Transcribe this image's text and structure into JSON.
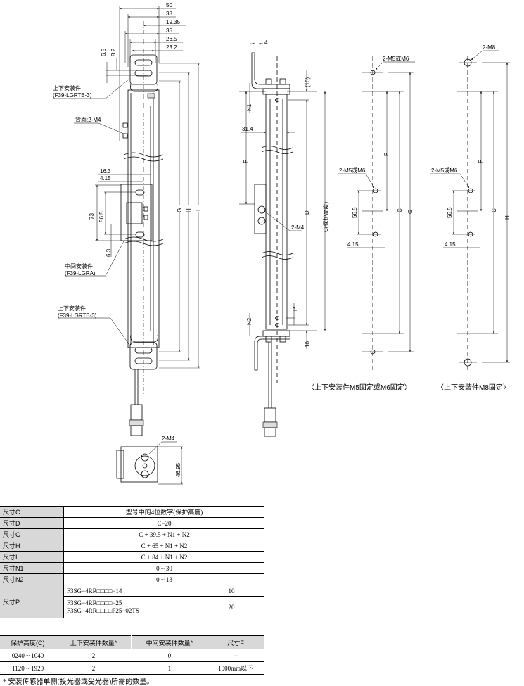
{
  "front_view": {
    "dims_top": [
      "50",
      "38",
      "19.35",
      "35",
      "26.5",
      "23.2"
    ],
    "dims_left_upper": [
      "6.5",
      "8.2"
    ],
    "label_top_bracket": "上下安装件",
    "label_top_bracket_model": "(F39-LGRTB-3)",
    "label_back": "背面:2-M4",
    "dims_mid_bracket": [
      "16.3",
      "4.15",
      "73",
      "56.5",
      "6.3"
    ],
    "label_mid_bracket": "中间安装件",
    "label_mid_bracket_model": "(F39-LGRA)",
    "label_bottom_bracket": "上下安装件",
    "label_bottom_bracket_model": "(F39-LGRTB-3)",
    "dim_letters": [
      "G",
      "H",
      "I"
    ],
    "bottom_view_label": "2-M4",
    "bottom_view_dim": "46.95"
  },
  "side_view": {
    "dim_top": "4",
    "dim_10_top": "(10)",
    "dim_N1": "N1",
    "dim_width": "31.4",
    "dim_F": "F",
    "dim_D": "D",
    "dim_C": "C(保护高度)",
    "label_screw": "2-M4",
    "dim_P": "P",
    "dim_N2": "N2",
    "dim_10_bottom": "10"
  },
  "mount_m5m6": {
    "label_top": "2-M5或M6",
    "label_mid": "2-M5或M6",
    "dim_F": "F",
    "dim_56_5": "56.5",
    "dim_C": "C",
    "dim_G": "G",
    "dim_4_15": "4.15",
    "caption": "〈上下安装件M5固定或M6固定〉"
  },
  "mount_m8": {
    "label_top": "2-M8",
    "label_mid": "2-M5或M6",
    "dim_F": "F",
    "dim_56_5": "56.5",
    "dim_C": "C",
    "dim_H": "H",
    "dim_4_15": "4.15",
    "caption": "〈上下安装件M8固定〉"
  },
  "dimension_table": {
    "rows": [
      {
        "label": "尺寸C",
        "value": "型号中的4位数字(保护高度)"
      },
      {
        "label": "尺寸D",
        "value": "C−20"
      },
      {
        "label": "尺寸G",
        "value": "C + 39.5 + N1 + N2"
      },
      {
        "label": "尺寸H",
        "value": "C + 65 + N1 + N2"
      },
      {
        "label": "尺寸I",
        "value": "C + 84 + N1 + N2"
      },
      {
        "label": "尺寸N1",
        "value": "0 ~ 30"
      },
      {
        "label": "尺寸N2",
        "value": "0 ~ 13"
      }
    ],
    "p_label": "尺寸P",
    "p_rows": [
      {
        "models": [
          "F3SG−4RR□□□□−14"
        ],
        "value": "10"
      },
      {
        "models": [
          "F3SG−4RR□□□□−25",
          "F3SG−4RR□□□□P25−02TS"
        ],
        "value": "20"
      }
    ]
  },
  "bracket_table": {
    "headers": [
      "保护高度(C)",
      "上下安装件数量*",
      "中间安装件数量*",
      "尺寸F"
    ],
    "rows": [
      [
        "0240 ~ 1040",
        "2",
        "0",
        "−"
      ],
      [
        "1120 ~ 1920",
        "2",
        "1",
        "1000mm以下"
      ]
    ],
    "footnote": "* 安装传感器单侧(投光器或受光器)所需的数量。"
  }
}
